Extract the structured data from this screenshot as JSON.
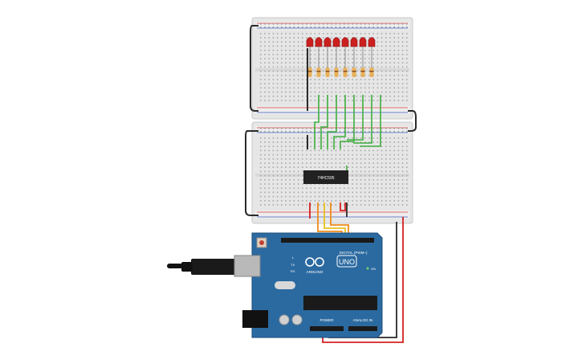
{
  "circuit": {
    "chip_label": "74HC595",
    "leds": {
      "count": 8,
      "color": "#cc2020"
    },
    "resistors": {
      "count": 8
    }
  },
  "arduino": {
    "brand": "ARDUINO",
    "model": "UNO",
    "digital_header_label": "DIGITAL (PWM~)",
    "power_header_label": "POWER",
    "analog_header_label": "ANALOG IN",
    "tx_label": "TX",
    "rx_label": "RX",
    "on_label": "ON",
    "l_label": "L"
  },
  "colors": {
    "board": "#2b6aa0",
    "breadboard": "#e8e8e8",
    "wire_green": "#3fae3f",
    "wire_red": "#d42020",
    "wire_black": "#2a2a2a",
    "wire_orange": "#f08a1a",
    "wire_yellow": "#e8c020"
  }
}
